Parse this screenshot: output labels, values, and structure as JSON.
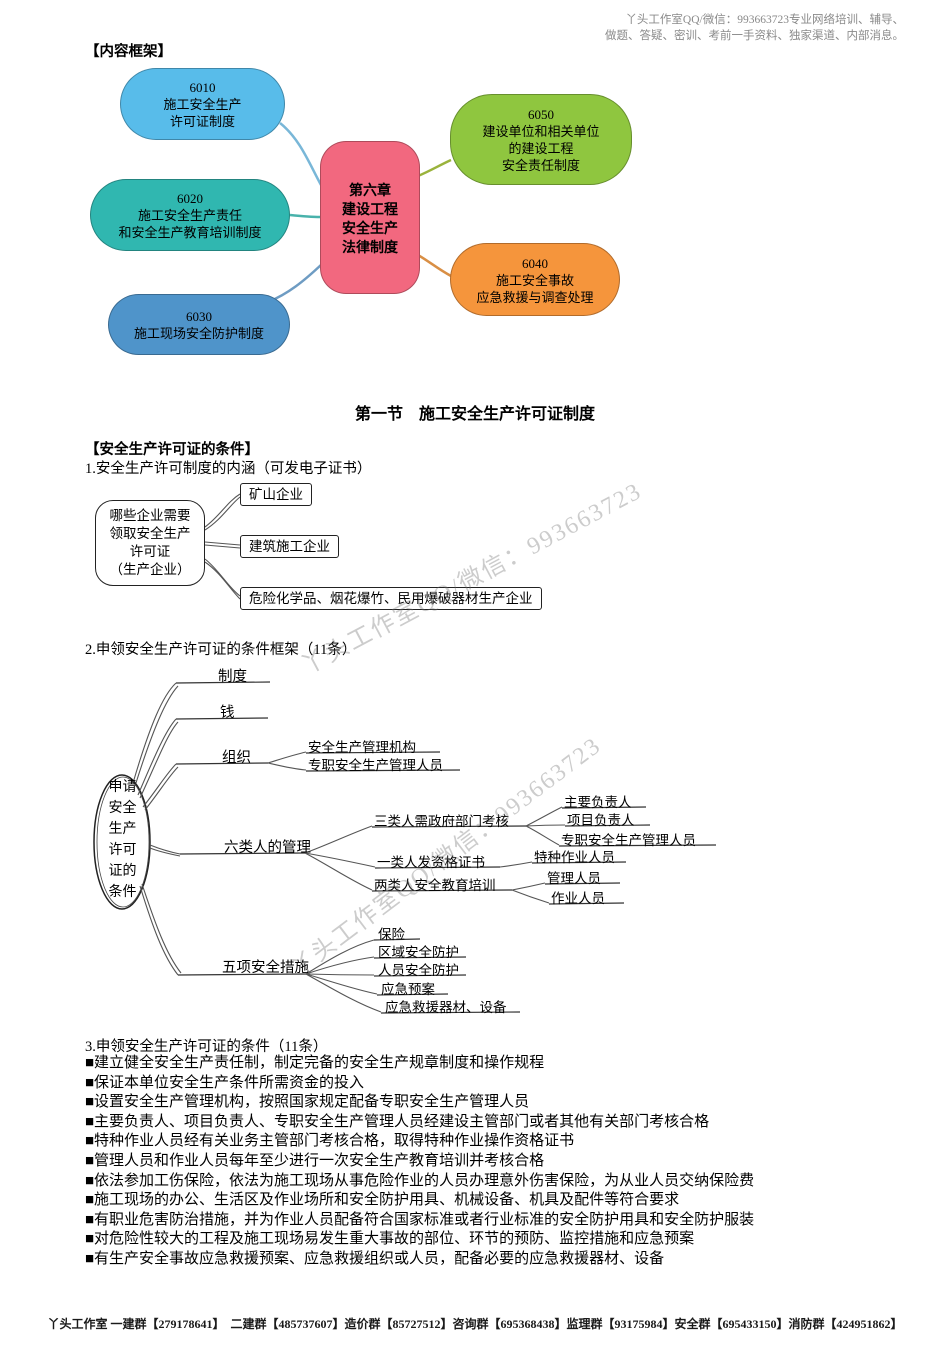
{
  "page": {
    "header_watermark": [
      "丫头工作室QQ/微信：993663723专业网络培训、辅导、",
      "做题、答疑、密训、考前一手资料、独家渠道、内部消息。"
    ],
    "diagonal_watermark": "丫头工作室QQ/微信：993663723",
    "footer": "丫头工作室 一建群【279178641】　二建群【485737607】造价群【85727512】咨询群【695368438】监理群【93175984】安全群【695433150】消防群【424951862】"
  },
  "framework": {
    "label": "【内容框架】",
    "center": {
      "lines": [
        "第六章",
        "建设工程",
        "安全生产",
        "法律制度"
      ],
      "color": "#f2687f"
    },
    "n6010": {
      "lines": [
        "6010",
        "施工安全生产",
        "许可证制度"
      ],
      "color": "#58bcea"
    },
    "n6020": {
      "lines": [
        "6020",
        "施工安全生产责任",
        "和安全生产教育培训制度"
      ],
      "color": "#30b7b0"
    },
    "n6030": {
      "lines": [
        "6030",
        "施工现场安全防护制度"
      ],
      "color": "#4f94ca"
    },
    "n6050": {
      "lines": [
        "6050",
        "建设单位和相关单位",
        "的建设工程",
        "安全责任制度"
      ],
      "color": "#8fc63f"
    },
    "n6040": {
      "lines": [
        "6040",
        "施工安全事故",
        "应急救援与调查处理"
      ],
      "color": "#f5953c"
    }
  },
  "section": {
    "title": "第一节　施工安全生产许可证制度",
    "conditions_heading": "【安全生产许可证的条件】",
    "item1_title": "1.安全生产许可制度的内涵（可发电子证书）",
    "diagram1": {
      "root": [
        "哪些企业需要",
        "领取安全生产",
        "许可证",
        "（生产企业）"
      ],
      "leaves": [
        "矿山企业",
        "建筑施工企业",
        "危险化学品、烟花爆竹、民用爆破器材生产企业"
      ]
    },
    "item2_title": "2.申领安全生产许可证的条件框架（11条）",
    "mindmap": {
      "root": [
        "申请",
        "安全",
        "生产",
        "许可",
        "证的",
        "条件"
      ],
      "system": "制度",
      "money": "钱",
      "org": "组织",
      "org_c1": "安全生产管理机构",
      "org_c2": "专职安全生产管理人员",
      "six": "六类人的管理",
      "six_a": "三类人需政府部门考核",
      "six_a1": "主要负责人",
      "six_a2": "项目负责人",
      "six_a3": "专职安全生产管理人员",
      "six_b": "一类人发资格证书",
      "six_b1": "特种作业人员",
      "six_c": "两类人安全教育培训",
      "six_c1": "管理人员",
      "six_c2": "作业人员",
      "five": "五项安全措施",
      "five_c1": "保险",
      "five_c2": "区域安全防护",
      "five_c3": "人员安全防护",
      "five_c4": "应急预案",
      "five_c5": "应急救援器材、设备"
    },
    "item3_title": "3.申领安全生产许可证的条件（11条）",
    "bullets": [
      "■建立健全安全生产责任制，制定完备的安全生产规章制度和操作规程",
      "■保证本单位安全生产条件所需资金的投入",
      "■设置安全生产管理机构，按照国家规定配备专职安全生产管理人员",
      "■主要负责人、项目负责人、专职安全生产管理人员经建设主管部门或者其他有关部门考核合格",
      "■特种作业人员经有关业务主管部门考核合格，取得特种作业操作资格证书",
      "■管理人员和作业人员每年至少进行一次安全生产教育培训并考核合格",
      "■依法参加工伤保险，依法为施工现场从事危险作业的人员办理意外伤害保险，为从业人员交纳保险费",
      "■施工现场的办公、生活区及作业场所和安全防护用具、机械设备、机具及配件等符合要求",
      "■有职业危害防治措施，并为作业人员配备符合国家标准或者行业标准的安全防护用具和安全防护服装",
      "■对危险性较大的工程及施工现场易发生重大事故的部位、环节的预防、监控措施和应急预案",
      "■有生产安全事故应急救援预案、应急救援组织或人员，配备必要的应急救援器材、设备"
    ]
  }
}
